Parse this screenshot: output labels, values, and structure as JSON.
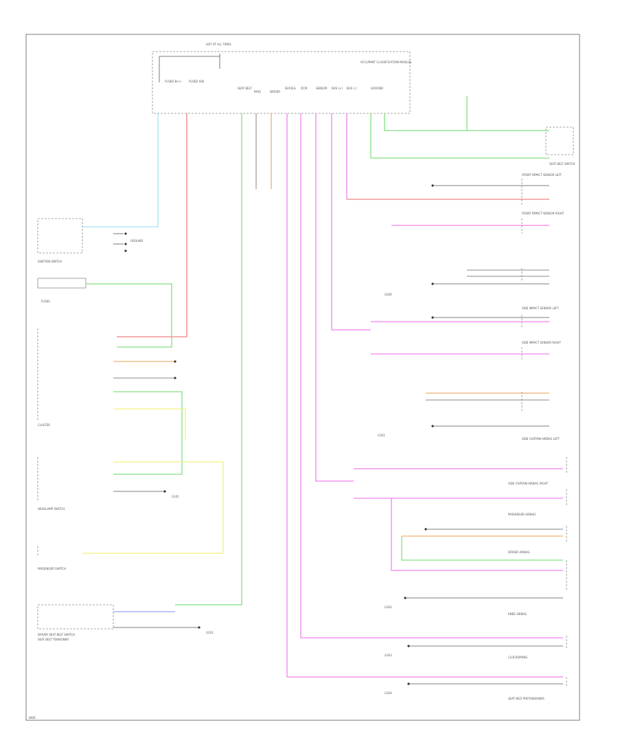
{
  "diagram": {
    "module": {
      "title": "OCCUPANT CLASSIFICATION MODULE",
      "fuse_label": "HOT AT ALL TIMES",
      "pins": [
        "FUSED B(+)",
        "FUSED IGN",
        "SEAT BELT",
        "PASS",
        "DRIVER",
        "BUCKLE",
        "OCM",
        "SENSOR",
        "BUS (+)",
        "BUS (-)",
        "GROUND"
      ]
    },
    "left": {
      "ign_switch": "IGNITION SWITCH",
      "fuses": "FUSES",
      "cluster": "CLUSTER",
      "headlamp_switch": "HEADLAMP SWITCH",
      "passenger_switch": "PASSENGER SWITCH",
      "driver_seat_belt": "DRIVER SEAT BELT SWITCH",
      "seat_belt_tensioner": "SEAT BELT TENSIONER",
      "ground_notes": [
        "GROUND",
        "G101",
        "G201"
      ],
      "bottom_left_code": "WDR"
    },
    "right": {
      "buckle_switch": "SEAT BELT SWITCH",
      "labels": [
        "FRONT IMPACT SENSOR LEFT",
        "FRONT IMPACT SENSOR RIGHT",
        "SIDE IMPACT SENSOR LEFT",
        "SIDE IMPACT SENSOR RIGHT",
        "SIDE CURTAIN AIRBAG LEFT",
        "SIDE CURTAIN AIRBAG RIGHT",
        "PASSENGER AIRBAG",
        "DRIVER AIRBAG",
        "KNEE AIRBAG",
        "CLOCKSPRING",
        "SEAT BELT PRETENSIONER"
      ],
      "grounds": [
        "G300",
        "G301",
        "G302",
        "G303",
        "G304"
      ]
    }
  }
}
